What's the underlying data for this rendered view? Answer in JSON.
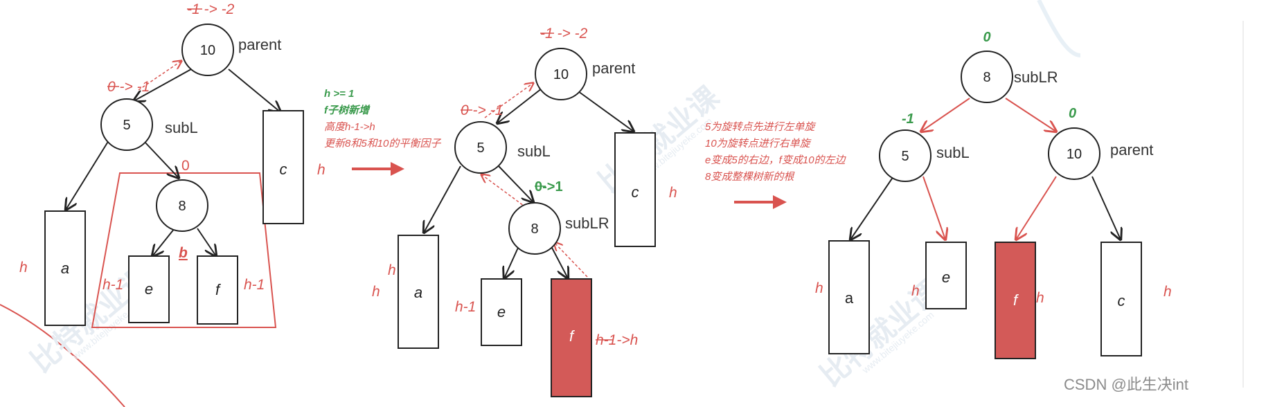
{
  "colors": {
    "accent_red": "#d9534f",
    "accent_green": "#3a9a4c",
    "ink": "#222222"
  },
  "watermark": {
    "cn": "比特就业课",
    "url": "www.bitejiuyeke.com"
  },
  "footer": {
    "credit": "CSDN @此生决int"
  },
  "panel1": {
    "root_bf": "-1 -> -2",
    "root": "10",
    "root_label": "parent",
    "subl_bf": "0 -> -1",
    "subl": "5",
    "subl_label": "subL",
    "subtree_bf": "0",
    "sublr": "8",
    "b_label": "b",
    "box_a": "a",
    "box_c": "c",
    "box_e": "e",
    "box_f": "f",
    "h_a": "h",
    "h_c": "h",
    "h_e": "h-1",
    "h_f": "h-1"
  },
  "notes1": {
    "line1": "h >= 1",
    "line2": "f子树新增",
    "line3": "高度h-1->h",
    "line4": "更新8和5和10的平衡因子"
  },
  "panel2": {
    "root_bf": "-1 -> -2",
    "root": "10",
    "root_label": "parent",
    "subl_bf": "0 -> -1",
    "subl": "5",
    "subl_label": "subL",
    "sublr_bf": "0->1",
    "sublr": "8",
    "sublr_label": "subLR",
    "box_a": "a",
    "box_c": "c",
    "box_e": "e",
    "box_f": "f",
    "h_a1": "h",
    "h_a2": "h",
    "h_c": "h",
    "h_e": "h-1",
    "h_f": "h-1->h"
  },
  "notes2": {
    "line1": "5为旋转点先进行左单旋",
    "line2": "10为旋转点进行右单旋",
    "line3": "e变成5的右边，f变成10的左边",
    "line4": "8变成整棵树新的根"
  },
  "panel3": {
    "root_bf": "0",
    "root": "8",
    "root_label": "subLR",
    "left_bf": "-1",
    "left": "5",
    "left_label": "subL",
    "right_bf": "0",
    "right": "10",
    "right_label": "parent",
    "box_a": "a",
    "box_e": "e",
    "box_f": "f",
    "box_c": "c",
    "h_a": "h",
    "h_e": "h",
    "h_f": "h",
    "h_c": "h"
  }
}
